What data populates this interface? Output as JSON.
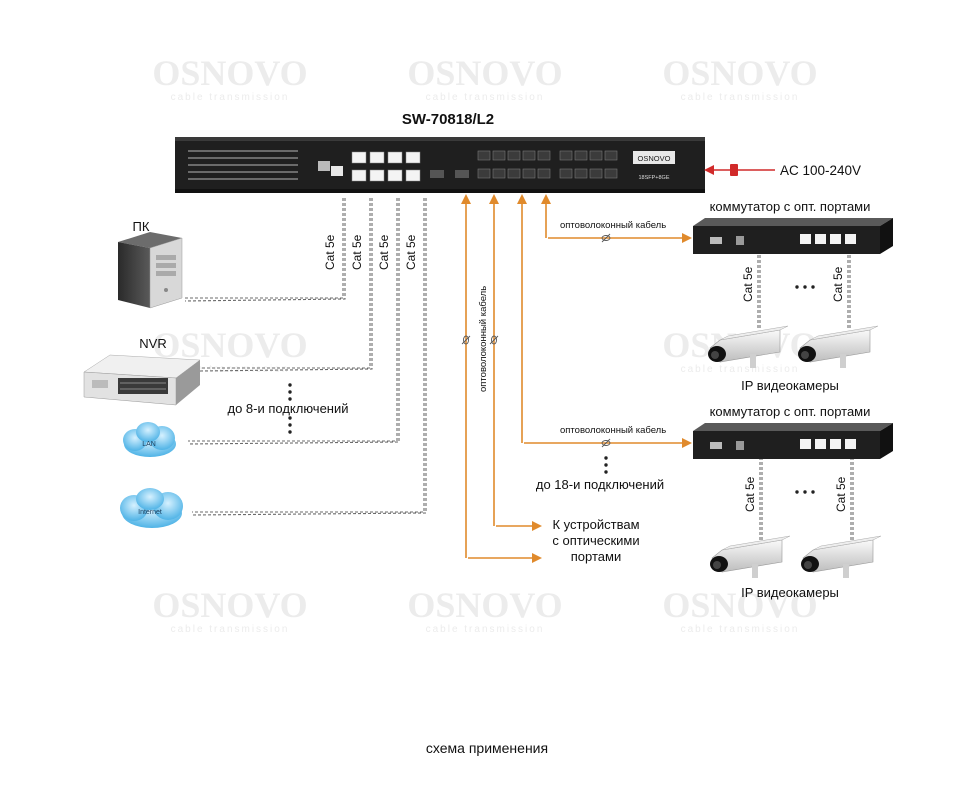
{
  "title": "SW-70818/L2",
  "caption": "схема применения",
  "power": "AC 100-240V",
  "switch_front": {
    "brand": "OSNOVO",
    "ports_label": "18SFP+8GE"
  },
  "devices": {
    "pc": "ПК",
    "nvr": "NVR",
    "lan": "LAN",
    "internet": "Internet"
  },
  "cat_label": "Cat 5e",
  "lan_connections": "до 8-и подключений",
  "fiber_cable": "оптоволоконный кабель",
  "fiber_connections": "до 18-и подключений",
  "optical_devices": [
    "К устройствам",
    "с оптическими",
    "портами"
  ],
  "remote_switch": "коммутатор с опт. портами",
  "ip_cameras": "IP видеокамеры",
  "watermark": {
    "brand": "OSNOVO",
    "tagline": "cable transmission"
  },
  "colors": {
    "fiber": "#e08a2c",
    "switch_body": "#1f1f1f",
    "power_plug": "#d12a2a"
  }
}
